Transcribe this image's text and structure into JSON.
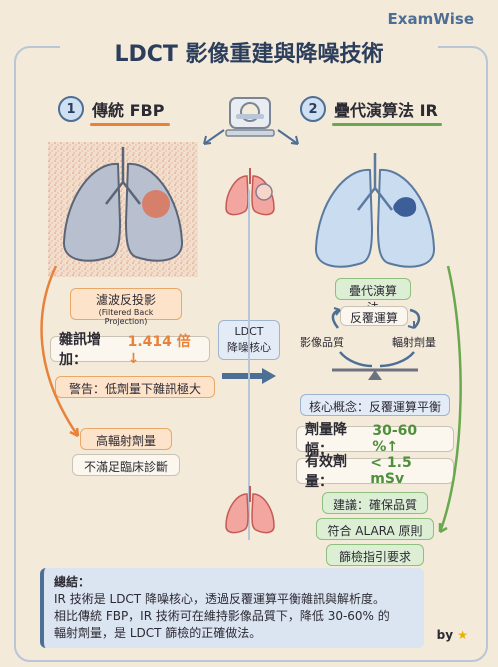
{
  "brand": "ExamWise",
  "title": "LDCT 影像重建與降噪技術",
  "left": {
    "number": "1",
    "heading": "傳統 FBP",
    "method": "濾波反投影",
    "method_en": "(Filtered Back Projection)",
    "noise_label": "雜訊增加：",
    "noise_value": "1.414 倍↓",
    "warning": "警告：低劑量下雜訊極大",
    "consequence_1": "高輻射劑量",
    "consequence_2": "不滿足臨床診斷"
  },
  "center": {
    "core_label_1": "LDCT",
    "core_label_2": "降噪核心"
  },
  "right": {
    "number": "2",
    "heading": "疊代演算法 IR",
    "algorithm": "疊代演算法",
    "loop_top": "反覆運算",
    "loop_left": "影像品質",
    "loop_right": "輻射劑量",
    "concept": "核心概念：反覆運算平衡",
    "dose_reduction_label": "劑量降幅：",
    "dose_reduction_value": "30-60 %↑",
    "effective_dose_label": "有效劑量：",
    "effective_dose_value": "< 1.5 mSv",
    "rec_1": "建議：確保品質",
    "rec_2": "符合 ALARA 原則",
    "rec_3": "篩檢指引要求"
  },
  "summary": {
    "heading": "總結：",
    "line_1": "IR 技術是 LDCT 降噪核心，透過反覆運算平衡雜訊與解析度。",
    "line_2": "相比傳統 FBP，IR 技術可在維持影像品質下，降低 30-60% 的",
    "line_3": "輻射劑量，是 LDCT 篩檢的正確做法。"
  },
  "byline": "by",
  "colors": {
    "accent_blue": "#4e6f95",
    "warning_orange": "#e8823a",
    "success_green": "#6aa84f",
    "background": "#f3ead9"
  }
}
